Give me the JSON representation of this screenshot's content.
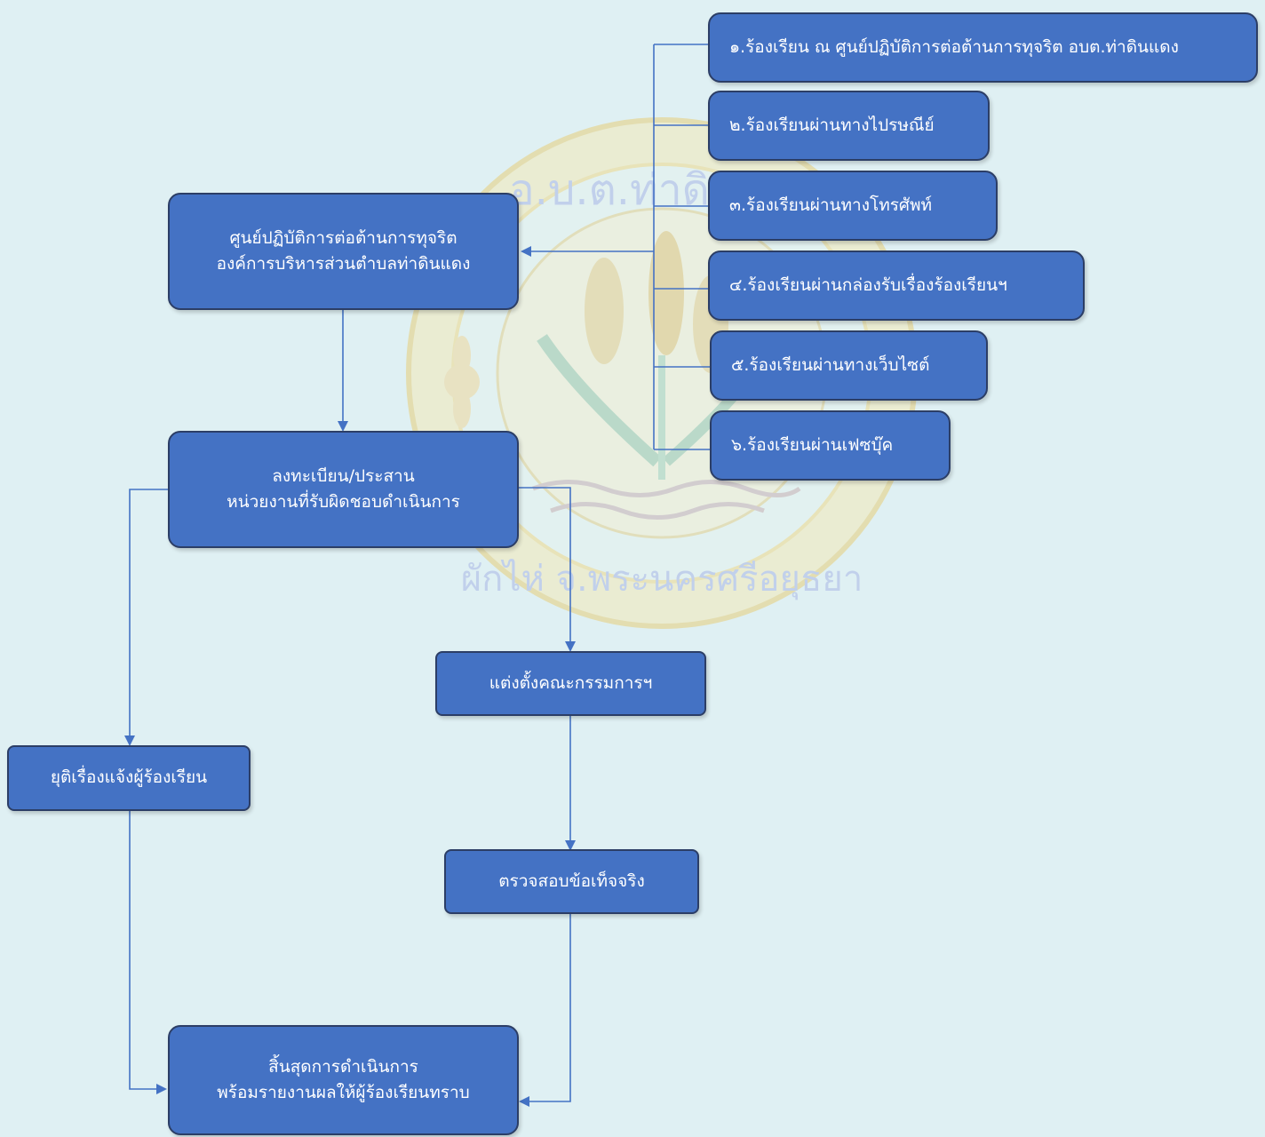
{
  "colors": {
    "background": "#dff0f3",
    "box_fill": "#4472c4",
    "box_border": "#2c3e66",
    "connector": "#4472c4",
    "text": "#ffffff"
  },
  "channels": [
    {
      "label": "๑.ร้องเรียน ณ ศูนย์ปฏิบัติการต่อต้านการทุจริต อบต.ท่าดินแดง"
    },
    {
      "label": "๒.ร้องเรียนผ่านทางไปรษณีย์"
    },
    {
      "label": "๓.ร้องเรียนผ่านทางโทรศัพท์"
    },
    {
      "label": "๔.ร้องเรียนผ่านกล่องรับเรื่องร้องเรียนฯ"
    },
    {
      "label": "๕.ร้องเรียนผ่านทางเว็บไซต์"
    },
    {
      "label": "๖.ร้องเรียนผ่านเฟซบุ๊ค"
    }
  ],
  "center_box": {
    "line1": "ศูนย์ปฏิบัติการต่อต้านการทุจริต",
    "line2": "องค์การบริหารส่วนตำบลท่าดินแดง"
  },
  "register_box": {
    "line1": "ลงทะเบียน/ประสาน",
    "line2": "หน่วยงานที่รับผิดชอบดำเนินการ"
  },
  "committee_box": {
    "label": "แต่งตั้งคณะกรรมการฯ"
  },
  "dismiss_box": {
    "label": "ยุติเรื่องแจ้งผู้ร้องเรียน"
  },
  "investigate_box": {
    "label": "ตรวจสอบข้อเท็จจริง"
  },
  "end_box": {
    "line1": "สิ้นสุดการดำเนินการ",
    "line2": "พร้อมรายงานผลให้ผู้ร้องเรียนทราบ"
  },
  "watermark": {
    "name": "organization-seal",
    "text_top": "อ.บ.ต.ท่าดินแดง",
    "text_bottom": "ผักไห่ จ.พระนครศรีอยุธยา"
  }
}
